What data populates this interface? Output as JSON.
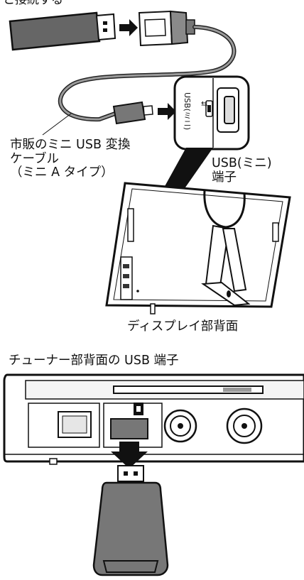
{
  "top_fragment": "と接続する",
  "cable_label": "市販のミニ USB 変換\nケーブル\n（ミニ A タイプ）",
  "port_label": "USB(ミニ)\n端子",
  "port_vertical_label": "USB(ミニ)",
  "display_back_label": "ディスプレイ部背面",
  "tuner_label": "チューナー部背面の USB 端子"
}
